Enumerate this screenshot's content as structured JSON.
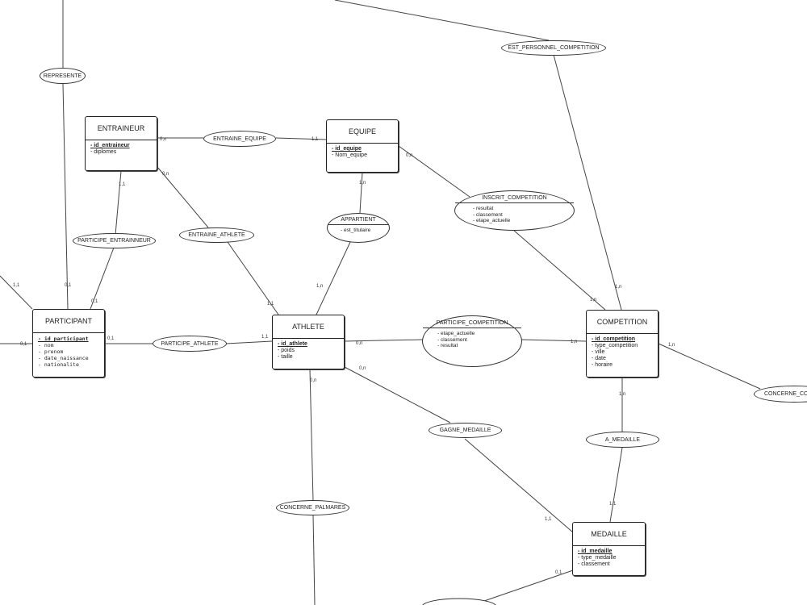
{
  "entities": {
    "entraineur": {
      "title": "ENTRAINEUR",
      "attributes": [
        "id_entraineur",
        "diplomes"
      ]
    },
    "equipe": {
      "title": "EQUIPE",
      "attributes": [
        "id_equipe",
        "Nom_equipe"
      ]
    },
    "participant": {
      "title": "PARTICIPANT",
      "attributes": [
        "id_participant",
        "nom",
        "prenom",
        "date_naissance",
        "nationalite"
      ]
    },
    "athlete": {
      "title": "ATHLETE",
      "attributes": [
        "id_athlete",
        "poids",
        "taille"
      ]
    },
    "competition": {
      "title": "COMPETITION",
      "attributes": [
        "id_competition",
        "type_competition",
        "ville",
        "date",
        "horaire"
      ]
    },
    "medaille": {
      "title": "MEDAILLE",
      "attributes": [
        "id_medaille",
        "type_medaille",
        "classement"
      ]
    }
  },
  "associations": {
    "represente": {
      "title": "REPRESENTE"
    },
    "est_personnel_competition": {
      "title": "EST_PERSONNEL_COMPETITION"
    },
    "entraine_equipe": {
      "title": "ENTRAINE_EQUIPE"
    },
    "inscrit_competition": {
      "title": "INSCRIT_COMPETITION",
      "attributes": [
        "resultat",
        "classement",
        "etape_actuelle"
      ]
    },
    "appartient": {
      "title": "APPARTIENT",
      "attributes": [
        "est_titulaire"
      ]
    },
    "entraine_athlete": {
      "title": "ENTRAINE_ATHLETE"
    },
    "participe_entrainneur": {
      "title": "PARTICIPE_ENTRAINNEUR"
    },
    "participe_athlete": {
      "title": "PARTICIPE_ATHLETE"
    },
    "participe_competition": {
      "title": "PARTICIPE_COMPETITION",
      "attributes": [
        "etape_actuelle",
        "classement",
        "resultat"
      ]
    },
    "gagne_medaille": {
      "title": "GAGNE_MEDAILLE"
    },
    "a_medaille": {
      "title": "A_MEDAILLE"
    },
    "concerne_palmares": {
      "title": "CONCERNE_PALMARES"
    },
    "concerne_co": {
      "title": "CONCERNE_CO"
    }
  },
  "cardinalities": {
    "entraineur_entraine_equipe": "0,n",
    "equipe_entraine_equipe": "1,1",
    "entraineur_entraine_athlete": "0,n",
    "entraineur_participe": "1,1",
    "equipe_inscrit": "0,n",
    "equipe_appartient": "1,n",
    "athlete_appartient": "1,n",
    "athlete_entraine_athlete": "1,1",
    "participant_represente": "0,1",
    "participant_participe_entrainneur": "0,1",
    "participant_left_upper": "1,1",
    "participant_left_lower": "0,1",
    "participant_participe_athlete": "0,1",
    "athlete_participe_athlete": "1,1",
    "athlete_participe_competition": "0,n",
    "competition_participe_competition": "1,n",
    "athlete_gagne_medaille": "0,n",
    "athlete_concerne_palmares": "0,n",
    "competition_inscrit": "1,n",
    "competition_est_personnel": "1,n",
    "competition_concerne": "1,n",
    "competition_a_medaille": "1,n",
    "medaille_a_medaille": "1,1",
    "medaille_gagne_medaille": "1,1",
    "medaille_bottom": "0,1"
  }
}
